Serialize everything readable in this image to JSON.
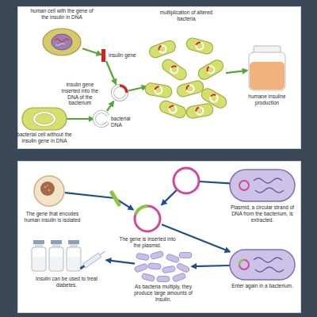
{
  "diagram": {
    "nodes": [
      {
        "text": [
          "human cell with the gene of the insulin in DNA"
        ]
      },
      {
        "text": [
          "insulin gene"
        ]
      },
      {
        "text": [
          "insulin gene inserted into the DNA of the bacterium"
        ]
      },
      {
        "text": [
          "bacterial cell without the insulin gene in DNA"
        ]
      },
      {
        "text": [
          "bacterial DNA"
        ]
      },
      {
        "text": [
          "multiplication of altered bacteria"
        ]
      },
      {
        "text": [
          "humane insuline production"
        ]
      },
      {
        "text": [
          "The gene that encodes human insulin is isolated"
        ]
      },
      {
        "text": [
          "Plasmid, a circular strand of DNA from the bacterium, is extracted."
        ]
      },
      {
        "text": [
          "The gene is inserted into the plasmid."
        ]
      },
      {
        "text": [
          "Enter again in a bacterium."
        ]
      },
      {
        "text": [
          "As bacteria multiply, they produce large amounts of insulin."
        ]
      },
      {
        "text": [
          "Insulin can be used to treat diabetes."
        ]
      }
    ],
    "edges": [
      {
        "from": 0,
        "to": 1,
        "arrow": "to"
      },
      {
        "from": 1,
        "to": 2,
        "arrow": "to"
      },
      {
        "from": 3,
        "to": 4,
        "arrow": "to"
      },
      {
        "from": 4,
        "to": 2,
        "arrow": "to"
      },
      {
        "from": 2,
        "to": 5,
        "arrow": "to"
      },
      {
        "from": 5,
        "to": 6,
        "arrow": "to"
      },
      {
        "from": 7,
        "to": 9,
        "arrow": "to"
      },
      {
        "from": 8,
        "to": 9,
        "arrow": "to"
      },
      {
        "from": 9,
        "to": 10,
        "arrow": "to"
      },
      {
        "from": 10,
        "to": 11,
        "arrow": "to"
      },
      {
        "from": 11,
        "to": 12,
        "arrow": "to"
      }
    ]
  }
}
